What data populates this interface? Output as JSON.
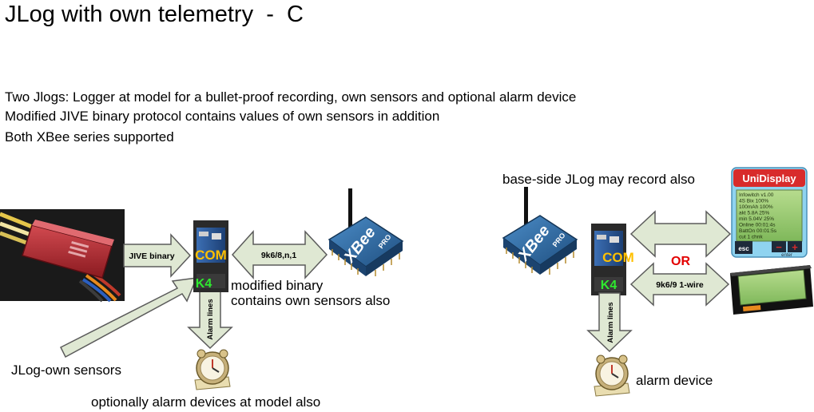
{
  "title": "JLog with own telemetry  -  C",
  "intro": [
    "Two Jlogs: Logger at model for a bullet-proof recording, own sensors and optional alarm device",
    "Modified JIVE binary protocol contains values of own sensors in addition",
    "Both XBee series supported"
  ],
  "model_side": {
    "esc_arrow_label": "JIVE binary",
    "com_label": "COM",
    "k4_label": "K4",
    "link_label": "9k6/8,n,1",
    "modified_line1": "modified binary",
    "modified_line2": "contains own sensors also",
    "alarm_lines_label": "Alarm lines",
    "sensors_label": "JLog-own sensors",
    "alarm_devices_label": "optionally alarm devices at model also"
  },
  "base_side": {
    "record_label": "base-side JLog may record also",
    "com_label": "COM",
    "k4_label": "K4",
    "or_label": "OR",
    "link_label": "9k6/9 1-wire",
    "alarm_lines_label": "Alarm lines",
    "alarm_device_label": "alarm device"
  },
  "xbee": {
    "brand": "XBee",
    "sub": "PRO"
  },
  "unidisplay": {
    "brand": "UniDisplay",
    "screen_lines": [
      "Infowitch v1.00",
      "4S  Bix   100%",
      "100mAh  100%",
      "akt 5.8A  25%",
      "min 5.04V  25%",
      "Online 00:01:4s",
      "BattOn 00:01:5s",
      "cut   1 chnk"
    ],
    "btn_esc": "esc",
    "btn_minus": "−",
    "btn_plus": "+",
    "btn_enter": "enter"
  },
  "colors": {
    "arrow_fill": "#dfe8d3",
    "arrow_stroke": "#5b5b5b",
    "com_color": "#ffc000",
    "k4_color": "#2eea2e",
    "or_color": "#e30000",
    "esc_red": "#b0232a",
    "xbee_blue": "#2f6ea8",
    "display_green": "#9fcf7a"
  }
}
